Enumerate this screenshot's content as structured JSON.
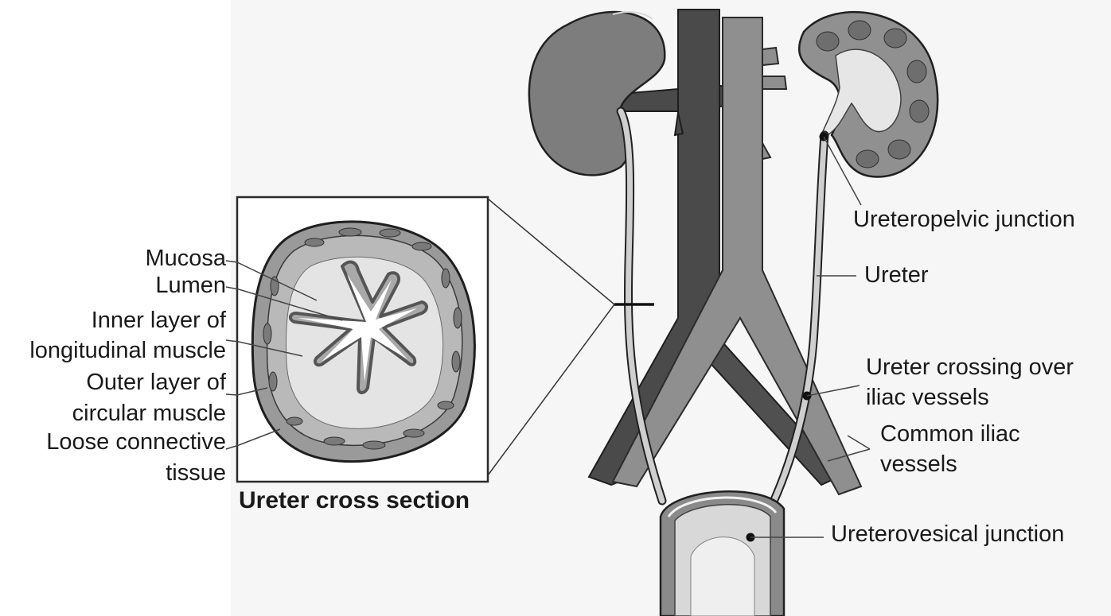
{
  "left_labels": {
    "mucosa": "Mucosa",
    "lumen": "Lumen",
    "inner_layer_line1": "Inner layer of",
    "inner_layer_line2": "longitudinal muscle",
    "outer_layer_line1": "Outer layer of",
    "outer_layer_line2": "circular muscle",
    "loose_line1": "Loose connective",
    "loose_line2": "tissue"
  },
  "caption": "Ureter cross section",
  "right_labels": {
    "ureteropelvic": "Ureteropelvic junction",
    "ureter": "Ureter",
    "crossing_line1": "Ureter crossing over",
    "crossing_line2": "iliac vessels",
    "iliac_line1": "Common iliac",
    "iliac_line2": "vessels",
    "ureterovesical": "Ureterovesical junction"
  }
}
